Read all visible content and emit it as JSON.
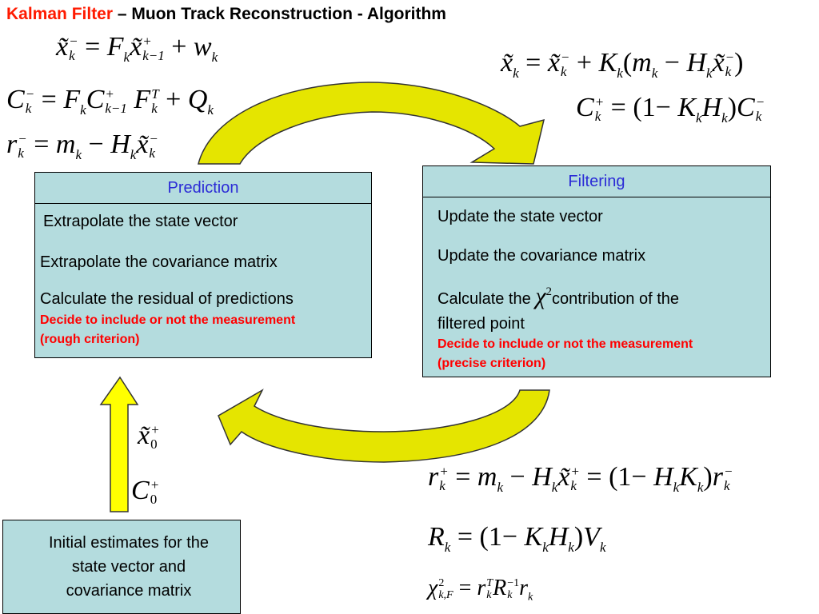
{
  "title": {
    "prefix": "Kalman Filter",
    "rest": " – Muon Track Reconstruction - Algorithm"
  },
  "prediction": {
    "header": "Prediction",
    "items": [
      "Extrapolate the state vector",
      "Extrapolate the covariance matrix",
      "Calculate the residual of predictions"
    ],
    "decision": [
      "Decide to include or not the measurement",
      "(rough criterion)"
    ]
  },
  "filtering": {
    "header": "Filtering",
    "items": [
      "Update the state vector",
      "Update the covariance matrix"
    ],
    "chi_line_prefix": "Calculate the",
    "chi_line_suffix": "contribution of the",
    "chi_line_2": "filtered point",
    "decision": [
      "Decide to include or not the measurement",
      "(precise criterion)"
    ]
  },
  "initial": {
    "lines": [
      "Initial estimates for the",
      "state vector and",
      "covariance matrix"
    ]
  },
  "colors": {
    "box_bg": "#b4dcde",
    "arrow_fill": "#e5e500",
    "arrow_up_fill": "#ffff00",
    "title_accent": "#ff1a00",
    "header_text": "#2b2bd6"
  }
}
